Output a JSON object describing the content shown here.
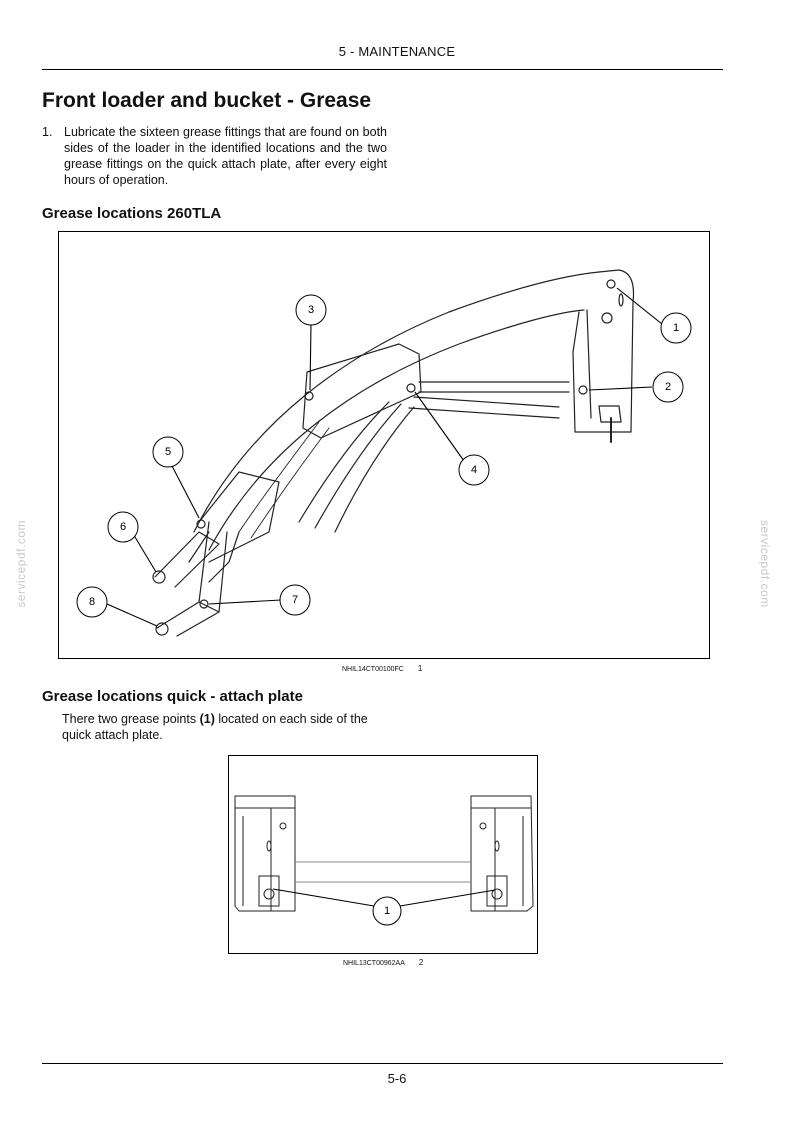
{
  "header": {
    "section": "5 - MAINTENANCE"
  },
  "title": "Front loader and bucket - Grease",
  "step": {
    "number": "1.",
    "text": "Lubricate the sixteen grease fittings that are found on both sides of the loader in the identified locations and the two grease fittings on the quick attach plate, after every eight hours of operation."
  },
  "section1": {
    "heading": "Grease locations 260TLA",
    "figure": {
      "code": "NHIL14CT00100FC",
      "number": "1",
      "callouts": [
        "1",
        "2",
        "3",
        "4",
        "5",
        "6",
        "7",
        "8"
      ]
    }
  },
  "section2": {
    "heading": "Grease locations quick - attach plate",
    "para_before": "There two grease points ",
    "para_bold": "(1)",
    "para_after": " located on each side of the quick attach plate.",
    "figure": {
      "code": "NHIL13CT00962AA",
      "number": "2",
      "callouts": [
        "1"
      ]
    }
  },
  "watermark": "servicepdf.com",
  "footer": {
    "page": "5-6"
  }
}
